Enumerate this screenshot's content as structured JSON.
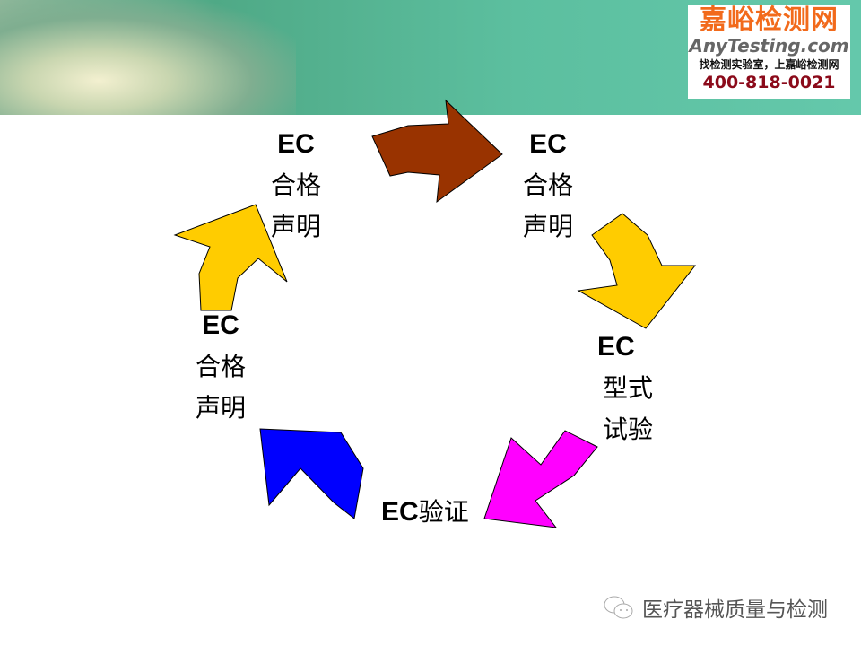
{
  "logo": {
    "name": "嘉峪检测网",
    "site": "AnyTesting.com",
    "slogan": "找检测实验室，上嘉峪检测网",
    "phone": "400-818-0021"
  },
  "labels": {
    "top_left": {
      "ec": "EC",
      "l1": "合格",
      "l2": "声明"
    },
    "top_right": {
      "ec": "EC",
      "l1": "合格",
      "l2": "声明"
    },
    "right": {
      "ec": "EC",
      "l1": "型式",
      "l2": "试验"
    },
    "bottom": {
      "ec": "EC",
      "l1": "验证"
    },
    "left": {
      "ec": "EC",
      "l1": "合格",
      "l2": "声明"
    }
  },
  "arrow_colors": {
    "brown": "#993300",
    "yellow": "#ffcc00",
    "magenta": "#ff00ff",
    "blue": "#0000ff"
  },
  "footer": {
    "text": "医疗器械质量与检测"
  }
}
